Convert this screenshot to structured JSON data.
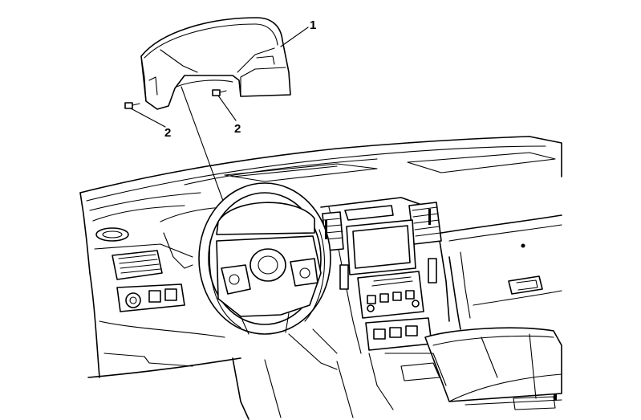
{
  "callouts": {
    "part1": "1",
    "part2_left": "2",
    "part2_right": "2"
  }
}
